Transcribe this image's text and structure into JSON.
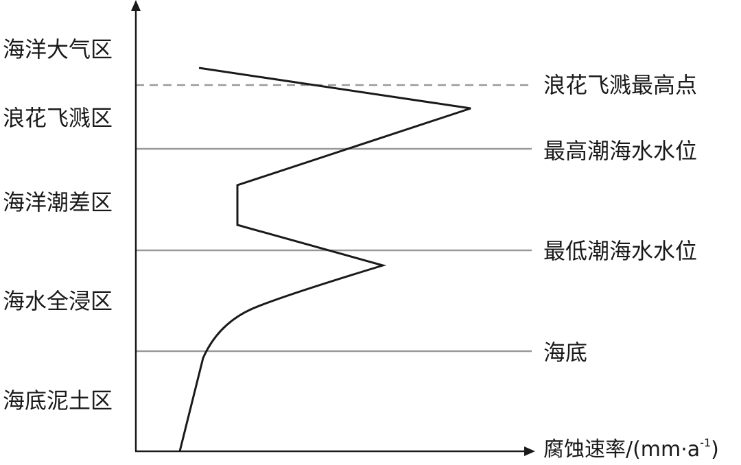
{
  "zones": [
    {
      "label": "海洋大气区"
    },
    {
      "label": "浪花飞溅区"
    },
    {
      "label": "海洋潮差区"
    },
    {
      "label": "海水全浸区"
    },
    {
      "label": "海底泥土区"
    }
  ],
  "levels": [
    {
      "label": "浪花飞溅最高点",
      "style": "dashed",
      "color": "#999999"
    },
    {
      "label": "最高潮海水水位",
      "style": "solid",
      "color": "#999999"
    },
    {
      "label": "最低潮海水水位",
      "style": "solid",
      "color": "#999999"
    },
    {
      "label": "海底",
      "style": "solid",
      "color": "#999999"
    }
  ],
  "axis": {
    "x_label_main": "腐蚀速率/(mm·a",
    "x_label_sup": "-1",
    "x_label_close": ")",
    "x_arrow": true,
    "y_arrow": true
  },
  "curve": {
    "description_shape": "corrosion-rate profile vs depth",
    "color": "#1a1a1a"
  }
}
